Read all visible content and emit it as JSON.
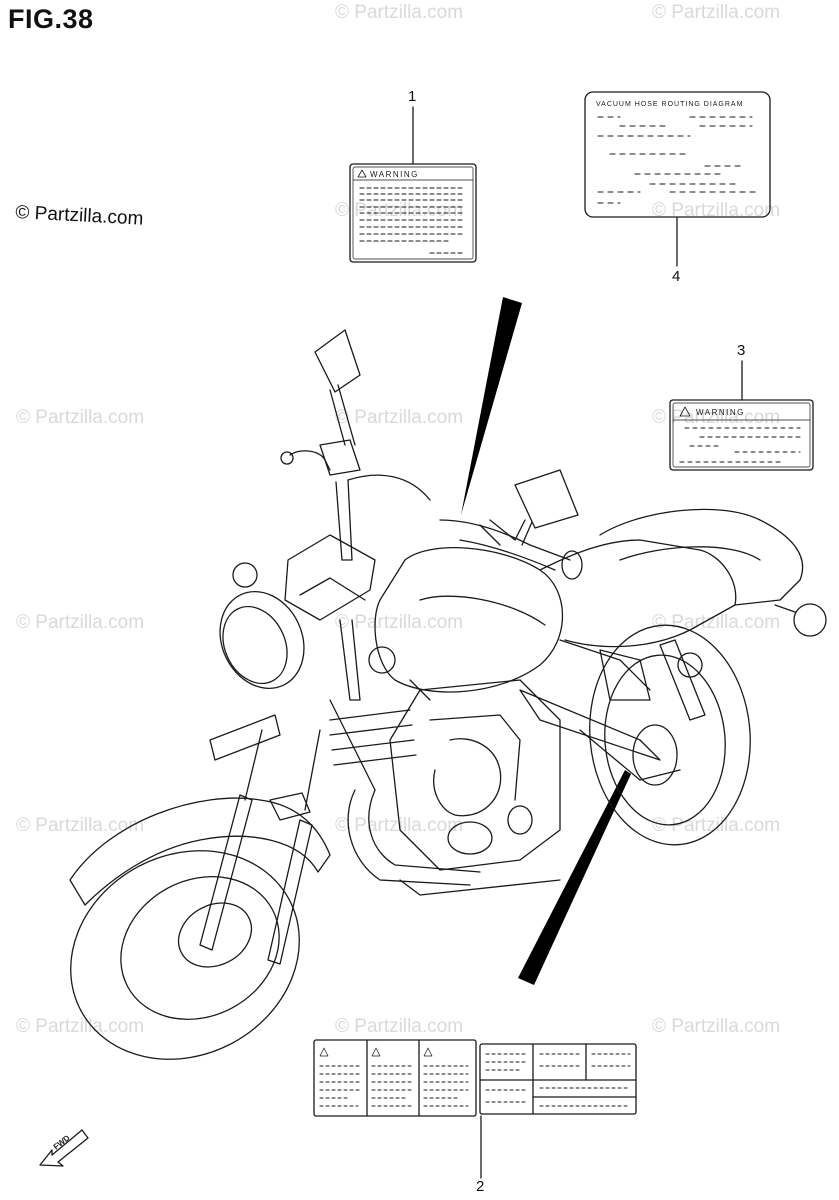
{
  "figure": {
    "title": "FIG.38",
    "copyright": "© Partzilla.com",
    "watermark": "© Partzilla.com"
  },
  "callouts": [
    {
      "number": "1"
    },
    {
      "number": "2"
    },
    {
      "number": "3"
    },
    {
      "number": "4"
    }
  ],
  "labels": {
    "label_1_heading": "WARNING",
    "label_3_heading": "WARNING",
    "label_4_heading": "VACUUM HOSE ROUTING DIAGRAM",
    "fwd_arrow": "FWD"
  },
  "colors": {
    "line": "#1a1a1a",
    "watermark": "#d9d9d9",
    "pointer": "#000000"
  }
}
